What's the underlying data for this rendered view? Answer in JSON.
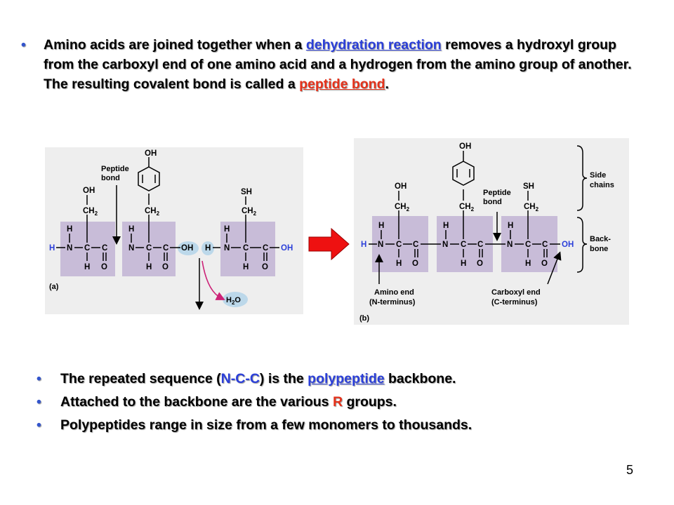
{
  "slide": {
    "page_number": "5",
    "top_bullet": {
      "part1": "Amino acids are joined together when a ",
      "link1": "dehydration reaction",
      "part2": " removes a hydroxyl group from the carboxyl end of one amino acid and a hydrogen from the amino group of another. The resulting covalent bond is called a ",
      "link2": "peptide bond",
      "part3": "."
    },
    "bullets": [
      {
        "a": "The repeated sequence (",
        "b": "N-C-C",
        "c": ") is the ",
        "d": "polypeptide",
        "e": " backbone."
      },
      {
        "a": "Attached to the backbone are the various ",
        "b": "R",
        "c": " groups."
      },
      {
        "a": "Polypeptides range in size from a few monomers to thousands."
      }
    ],
    "bullet_symbol": "•"
  },
  "diagram": {
    "panel_a": {
      "label": "(a)",
      "peptide_bond_line1": "Peptide",
      "peptide_bond_line2": "bond",
      "water": "H2O"
    },
    "panel_b": {
      "label": "(b)",
      "peptide_bond_line1": "Peptide",
      "peptide_bond_line2": "bond",
      "side_chains_line1": "Side",
      "side_chains_line2": "chains",
      "backbone_line1": "Back-",
      "backbone_line2": "bone",
      "amino_end_line1": "Amino end",
      "amino_end_line2": "(N-terminus)",
      "carboxyl_end_line1": "Carboxyl end",
      "carboxyl_end_line2": "(C-terminus)"
    },
    "atoms": {
      "H": "H",
      "N": "N",
      "C": "C",
      "O": "O",
      "OH": "OH",
      "SH": "SH",
      "CH2": "CH",
      "sub2": "2"
    },
    "colors": {
      "panel_bg": "#eeeeee",
      "residue_box": "#c8bcd8",
      "highlight_blob": "#bcd8ea",
      "arrow_red": "#ee1111",
      "magenta_arrow": "#cc2277",
      "accent_blue": "#2b3fd9",
      "accent_red": "#e5321b"
    }
  }
}
